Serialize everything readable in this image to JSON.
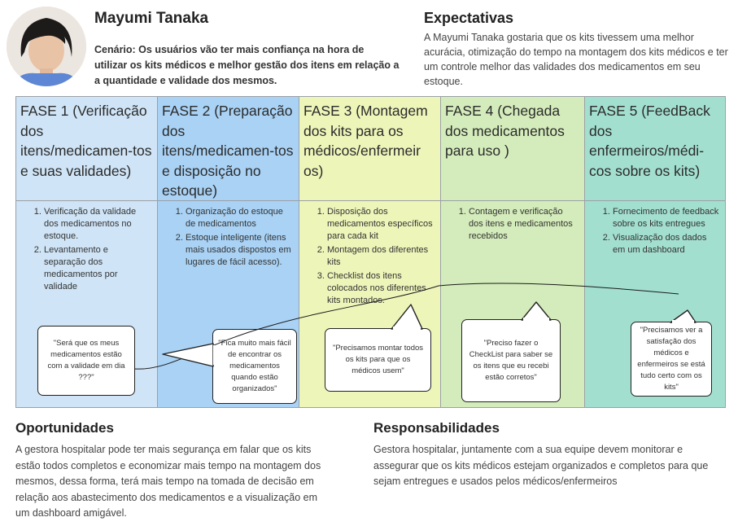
{
  "persona": {
    "name": "Mayumi Tanaka",
    "scenario": "Cenário: Os usuários vão ter mais confiança na hora de utilizar os kits médicos e melhor gestão dos itens em relação a a quantidade e validade dos mesmos."
  },
  "expectations": {
    "title": "Expectativas",
    "text": "A Mayumi Tanaka gostaria que os kits tivessem uma melhor acurácia, otimização do tempo na montagem dos kits médicos e ter um controle melhor das validades dos medicamentos em seu estoque."
  },
  "phases": [
    {
      "title": "FASE 1 (Verificação dos itens/medicamen-tos e suas validades)",
      "color": "#cfe4f6",
      "items": [
        "Verificação da validade dos medicamentos no estoque.",
        "Levantamento e separação dos medicamentos por validade"
      ],
      "bubble": "\"Será que os meus medicamentos estão com a validade em dia ???\""
    },
    {
      "title": "FASE 2 (Preparação dos itens/medicamen-tos e disposição no estoque)",
      "color": "#a9d2f5",
      "items": [
        "Organização do estoque de medicamentos",
        "Estoque inteligente (itens mais usados dispostos em lugares de fácil acesso)."
      ],
      "bubble": "\"Fica muito mais fácil de encontrar os medicamentos quando estão organizados\""
    },
    {
      "title": "FASE 3 (Montagem dos kits para os médicos/enfermeir os)",
      "color": "#eef5b9",
      "items": [
        "Disposição dos medicamentos específicos para cada kit",
        "Montagem dos diferentes kits",
        "Checklist dos itens colocados nos diferentes kits montados."
      ],
      "bubble": "\"Precisamos montar todos os kits para que os médicos usem\""
    },
    {
      "title": "FASE 4 (Chegada dos medicamentos para uso )",
      "color": "#d4ecbb",
      "items": [
        "Contagem e verificação dos itens e medicamentos recebidos"
      ],
      "bubble": "\"Preciso fazer o CheckList para saber se os itens que eu recebi estão corretos\""
    },
    {
      "title": "FASE 5 (FeedBack dos enfermeiros/médi-cos sobre os kits)",
      "color": "#a3dfcf",
      "items": [
        "Fornecimento de feedback sobre os kits entregues",
        "Visualização dos dados em um dashboard"
      ],
      "bubble": "\"Precisamos ver a satisfação dos médicos e enfermeiros se está tudo certo com os kits\""
    }
  ],
  "opportunities": {
    "title": "Oportunidades",
    "text": "A gestora hospitalar pode ter mais segurança em falar que os kits estão todos completos e economizar mais tempo na montagem dos mesmos, dessa forma, terá mais tempo na tomada de decisão em relação aos abastecimento dos medicamentos e a visualização em um dashboard amigável."
  },
  "responsibilities": {
    "title": "Responsabilidades",
    "text": "Gestora hospitalar, juntamente com a sua equipe devem monitorar e assegurar que os kits médicos estejam organizados e completos para que sejam entregues e usados pelos médicos/enfermeiros"
  }
}
